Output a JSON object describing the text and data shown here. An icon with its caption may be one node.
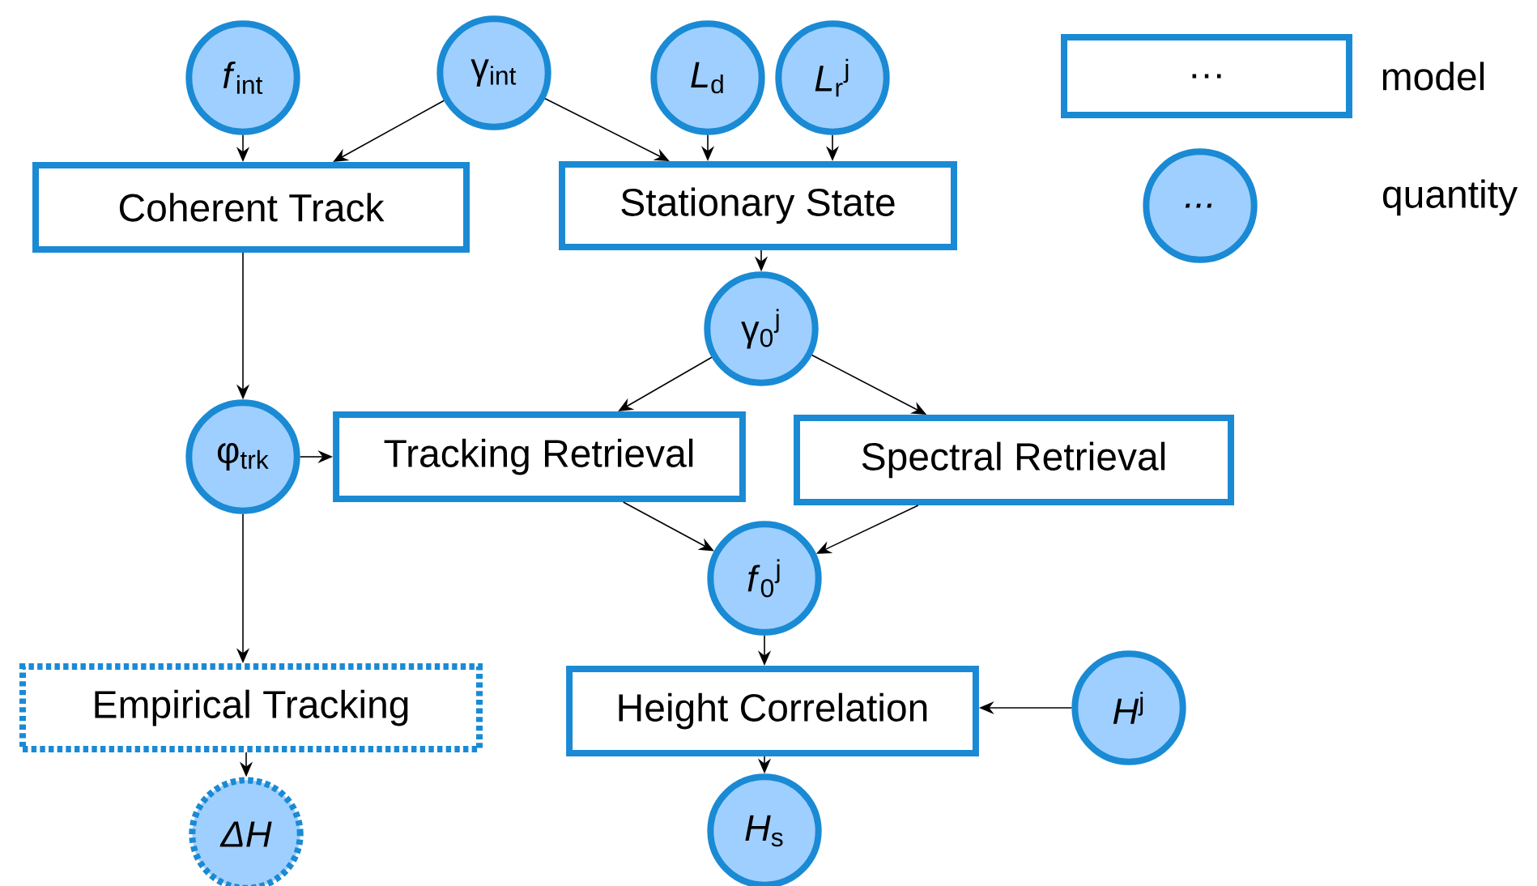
{
  "diagram": {
    "nodes": [
      {
        "text": [
          "*f*$_{int}$"
        ]
      },
      {
        "text": [
          "γ$_{int}$"
        ]
      },
      {
        "text": [
          "*L*$_{d}$"
        ]
      },
      {
        "text": [
          "*L*$_{r}$$^{j}$"
        ]
      },
      {
        "text": [
          "Coherent Track"
        ]
      },
      {
        "text": [
          "Stationary State"
        ]
      },
      {
        "text": [
          "γ$_{0}$$^{j}$"
        ]
      },
      {
        "text": [
          "φ$_{trk}$"
        ]
      },
      {
        "text": [
          "Tracking Retrieval"
        ]
      },
      {
        "text": [
          "Spectral Retrieval"
        ]
      },
      {
        "text": [
          "*f*$_{0}$$^{j}$"
        ]
      },
      {
        "text": [
          "Empirical Tracking"
        ]
      },
      {
        "text": [
          "Height Correlation"
        ]
      },
      {
        "text": [
          "*H*$^{j}$"
        ]
      },
      {
        "text": [
          "ΔH"
        ]
      },
      {
        "text": [
          "*H*$_{s}$"
        ]
      }
    ],
    "edges": [
      {
        "from": 0,
        "to": 4,
        "arrow": "to"
      },
      {
        "from": 1,
        "to": 4,
        "arrow": "to"
      },
      {
        "from": 1,
        "to": 5,
        "arrow": "to"
      },
      {
        "from": 2,
        "to": 5,
        "arrow": "to"
      },
      {
        "from": 3,
        "to": 5,
        "arrow": "to"
      },
      {
        "from": 5,
        "to": 6,
        "arrow": "to"
      },
      {
        "from": 4,
        "to": 7,
        "arrow": "to"
      },
      {
        "from": 6,
        "to": 8,
        "arrow": "to"
      },
      {
        "from": 6,
        "to": 9,
        "arrow": "to"
      },
      {
        "from": 7,
        "to": 8,
        "arrow": "to"
      },
      {
        "from": 8,
        "to": 10,
        "arrow": "to"
      },
      {
        "from": 9,
        "to": 10,
        "arrow": "to"
      },
      {
        "from": 7,
        "to": 11,
        "arrow": "to"
      },
      {
        "from": 10,
        "to": 12,
        "arrow": "to"
      },
      {
        "from": 13,
        "to": 12,
        "arrow": "to"
      },
      {
        "from": 11,
        "to": 14,
        "arrow": "to"
      },
      {
        "from": 12,
        "to": 15,
        "arrow": "to"
      }
    ],
    "labels": [
      "…",
      "..."
    ],
    "legend": [
      {
        "text": "model"
      },
      {
        "text": "quantity"
      }
    ]
  }
}
